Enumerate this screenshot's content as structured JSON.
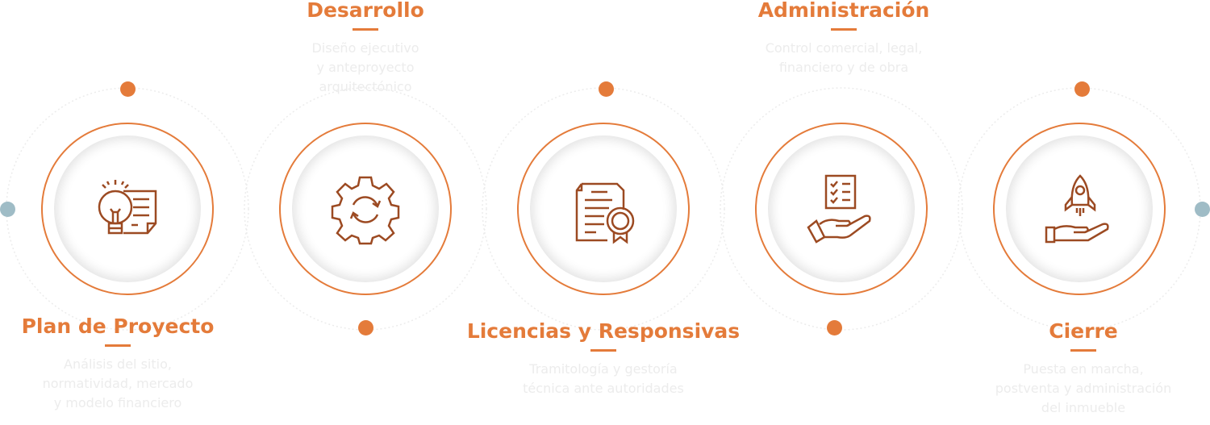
{
  "colors": {
    "accent": "#e47b3a",
    "icon": "#9c4a22",
    "side_dot": "#9fbcc6",
    "desc": "#ececec"
  },
  "steps": [
    {
      "title": "Plan de Proyecto",
      "desc": [
        "Análisis del sitio,",
        "normatividad, mercado",
        "y modelo financiero"
      ],
      "icon": "lightbulb-document-icon"
    },
    {
      "title": "Desarrollo",
      "desc": [
        "Diseño ejecutivo",
        "y anteproyecto",
        "arquitectónico"
      ],
      "icon": "gear-refresh-icon"
    },
    {
      "title": "Licencias y Responsivas",
      "desc": [
        "Tramitología y gestoría",
        "técnica ante autoridades"
      ],
      "icon": "certificate-icon"
    },
    {
      "title": "Administración",
      "desc": [
        "Control comercial, legal,",
        "financiero y de obra"
      ],
      "icon": "checklist-hand-icon"
    },
    {
      "title": "Cierre",
      "desc": [
        "Puesta en marcha,",
        "postventa y administración",
        "del inmueble"
      ],
      "icon": "rocket-hand-icon"
    }
  ]
}
